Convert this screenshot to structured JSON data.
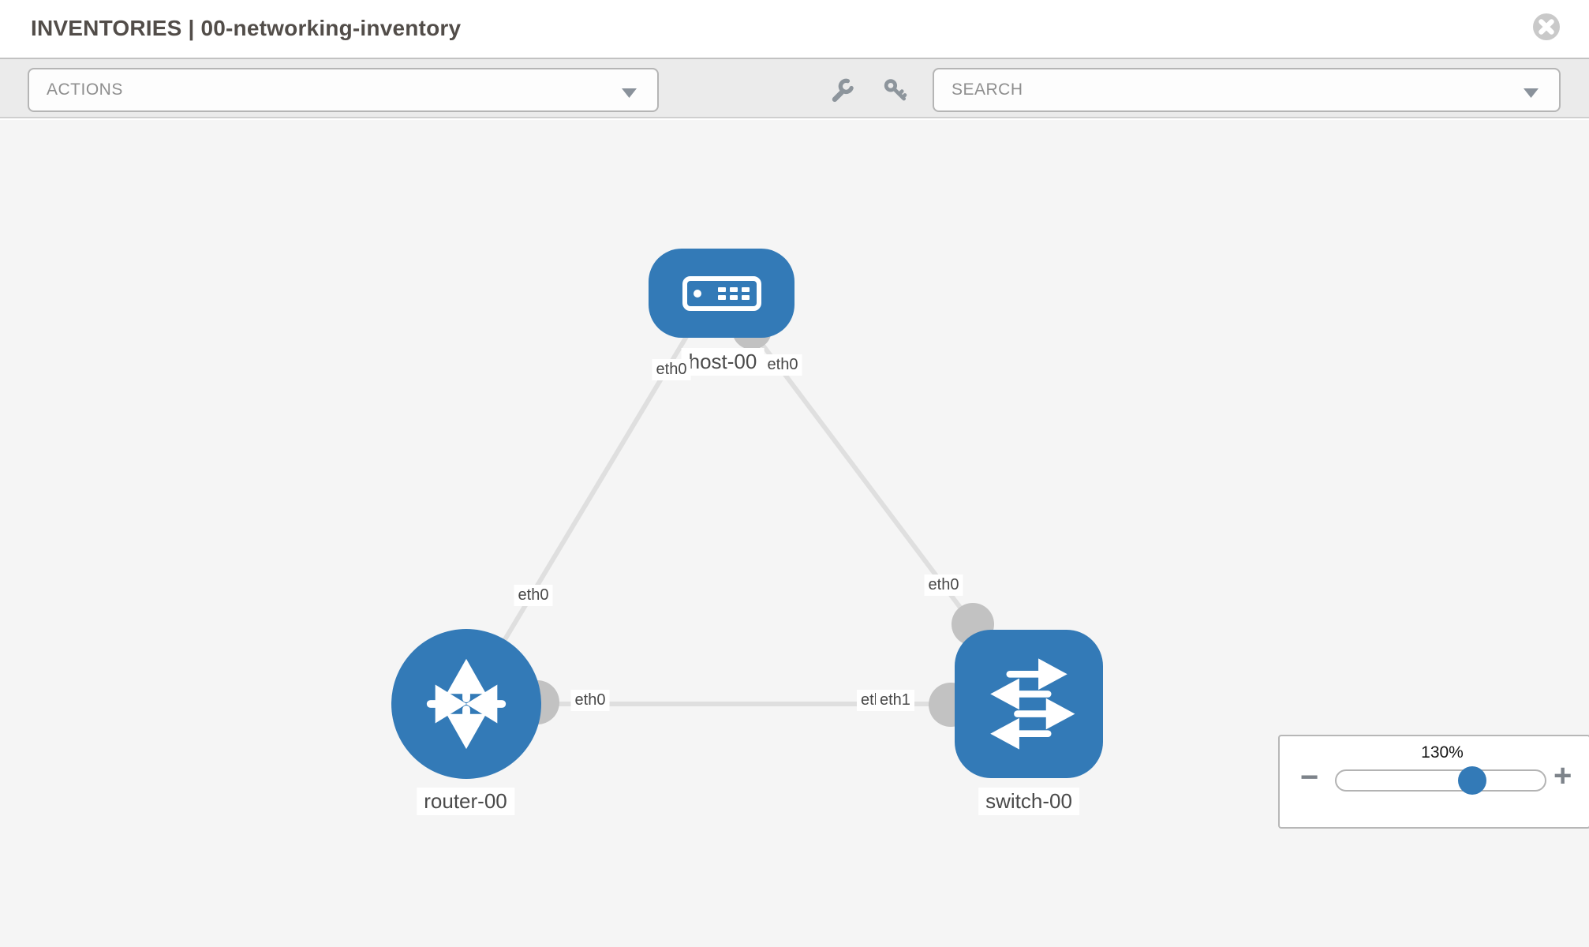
{
  "header": {
    "title": "INVENTORIES | 00-networking-inventory"
  },
  "toolbar": {
    "actions_label": "ACTIONS",
    "search_placeholder": "SEARCH"
  },
  "icons": {
    "close": "x-in-circle",
    "wrench": "wrench",
    "key": "key",
    "dropdown": "caret-down"
  },
  "colors": {
    "node_blue": "#337ab7",
    "link_gray": "#dfdfdf",
    "connector_gray": "#c2c2c2",
    "canvas_bg": "#f5f5f5",
    "toolbar_bg": "#ebebeb"
  },
  "topology": {
    "nodes": [
      {
        "id": "host-00",
        "type": "host",
        "label": "host-00"
      },
      {
        "id": "router-00",
        "type": "router",
        "label": "router-00"
      },
      {
        "id": "switch-00",
        "type": "switch",
        "label": "switch-00"
      }
    ],
    "links": [
      {
        "from": "host-00",
        "from_interface": "eth0",
        "to": "router-00",
        "to_interface": "eth0"
      },
      {
        "from": "host-00",
        "from_interface": "eth0",
        "to": "switch-00",
        "to_interface": "eth0"
      },
      {
        "from": "router-00",
        "from_interface": "eth0",
        "to": "switch-00",
        "to_interface": "eth1"
      }
    ],
    "port_labels": {
      "host_left": "eth0",
      "host_right": "eth0",
      "link_host_router_mid": "eth0",
      "link_host_switch_mid": "eth0",
      "router_right": "eth0",
      "switch_left_back": "eth0",
      "switch_left_front": "eth1"
    }
  },
  "zoom_control": {
    "value": "130%",
    "minus_label": "−",
    "plus_label": "+",
    "slider_percent": 65
  }
}
